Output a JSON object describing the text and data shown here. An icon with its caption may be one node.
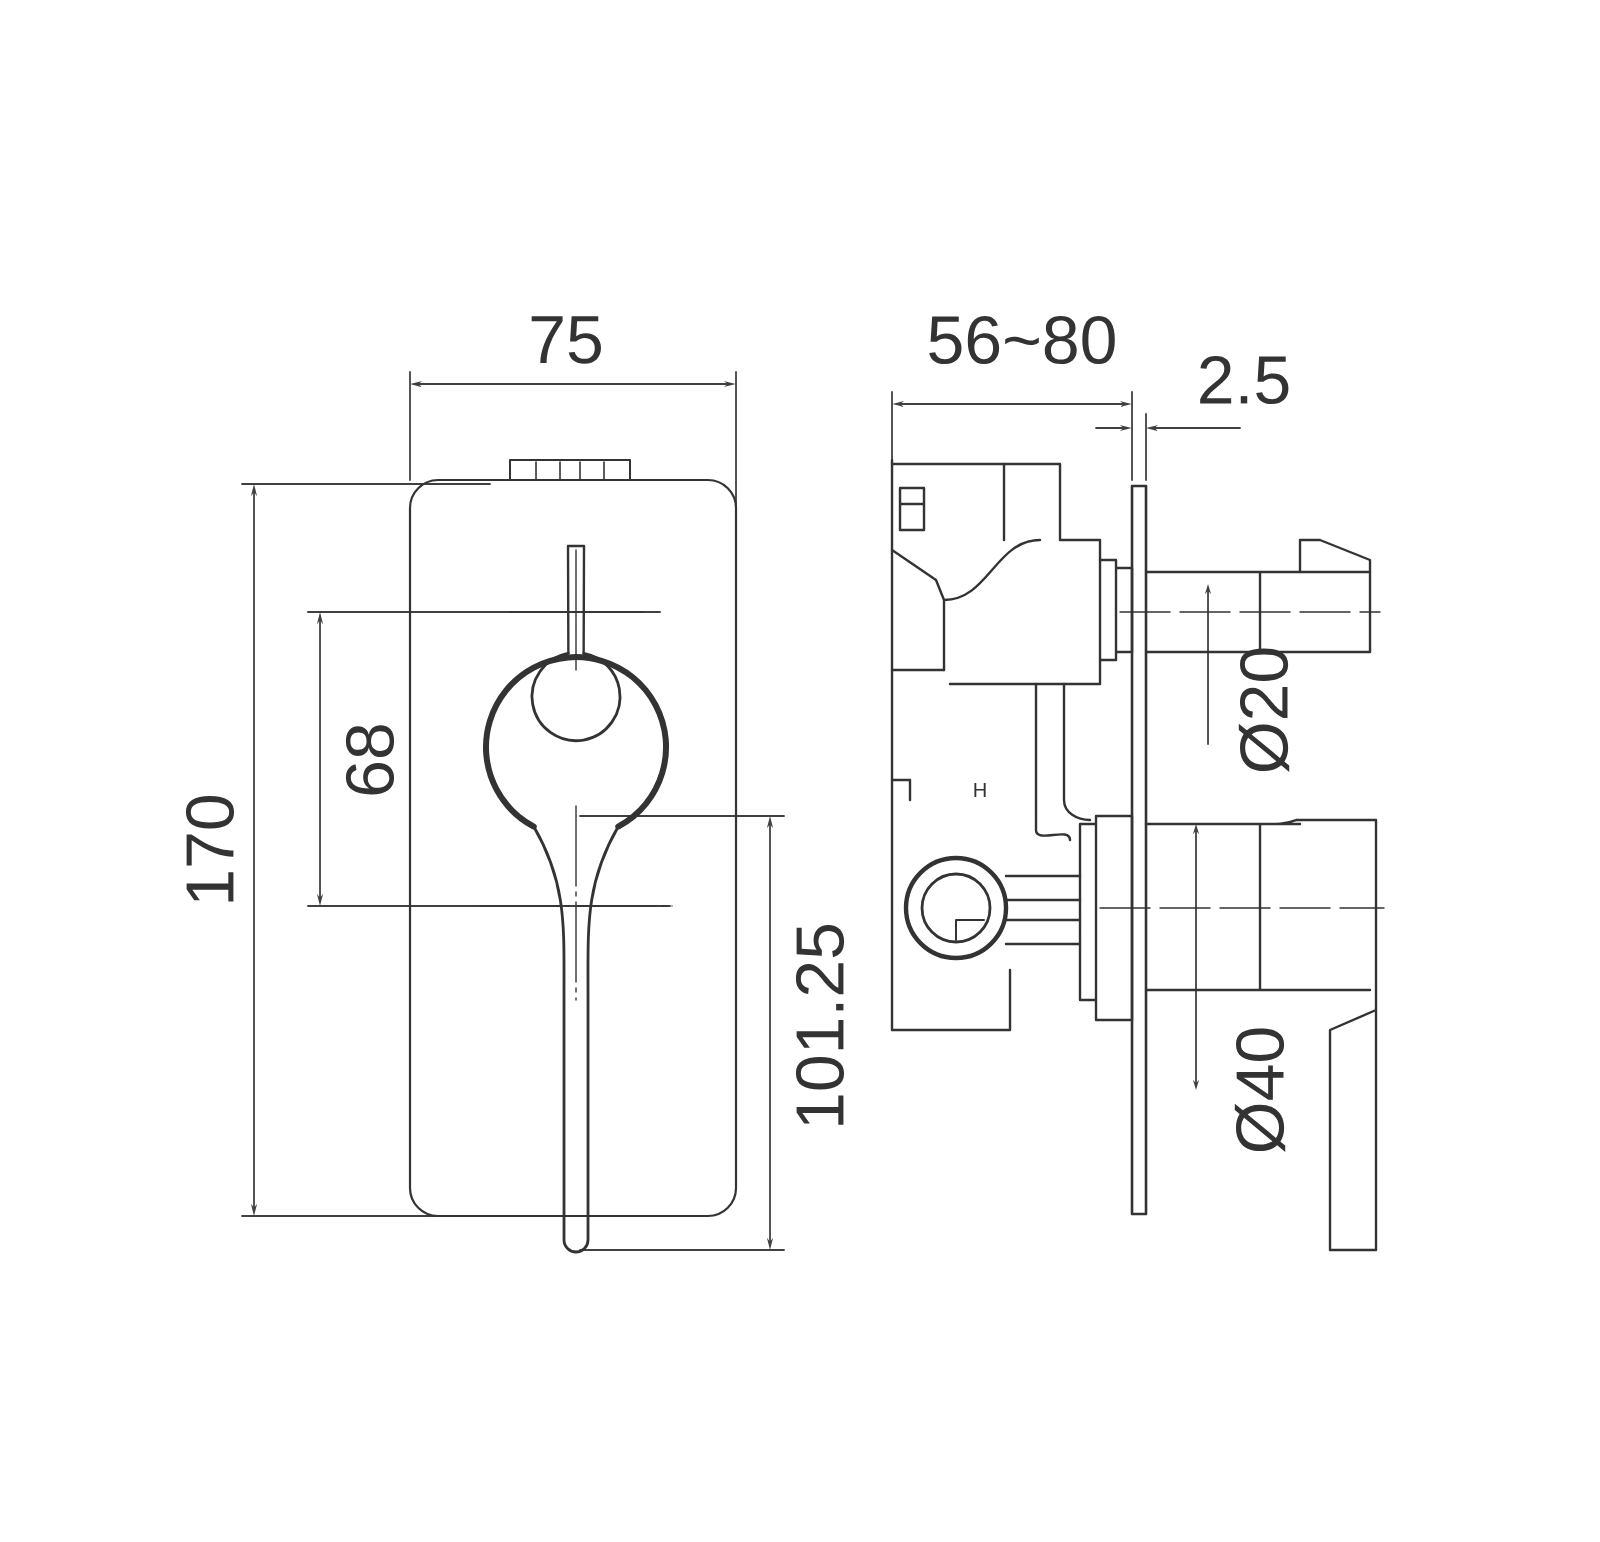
{
  "diagram": {
    "labels": [
      "75",
      "56~80",
      "2.5",
      "170",
      "68",
      "H",
      "Ø20",
      "101.25",
      "Ø40"
    ]
  }
}
